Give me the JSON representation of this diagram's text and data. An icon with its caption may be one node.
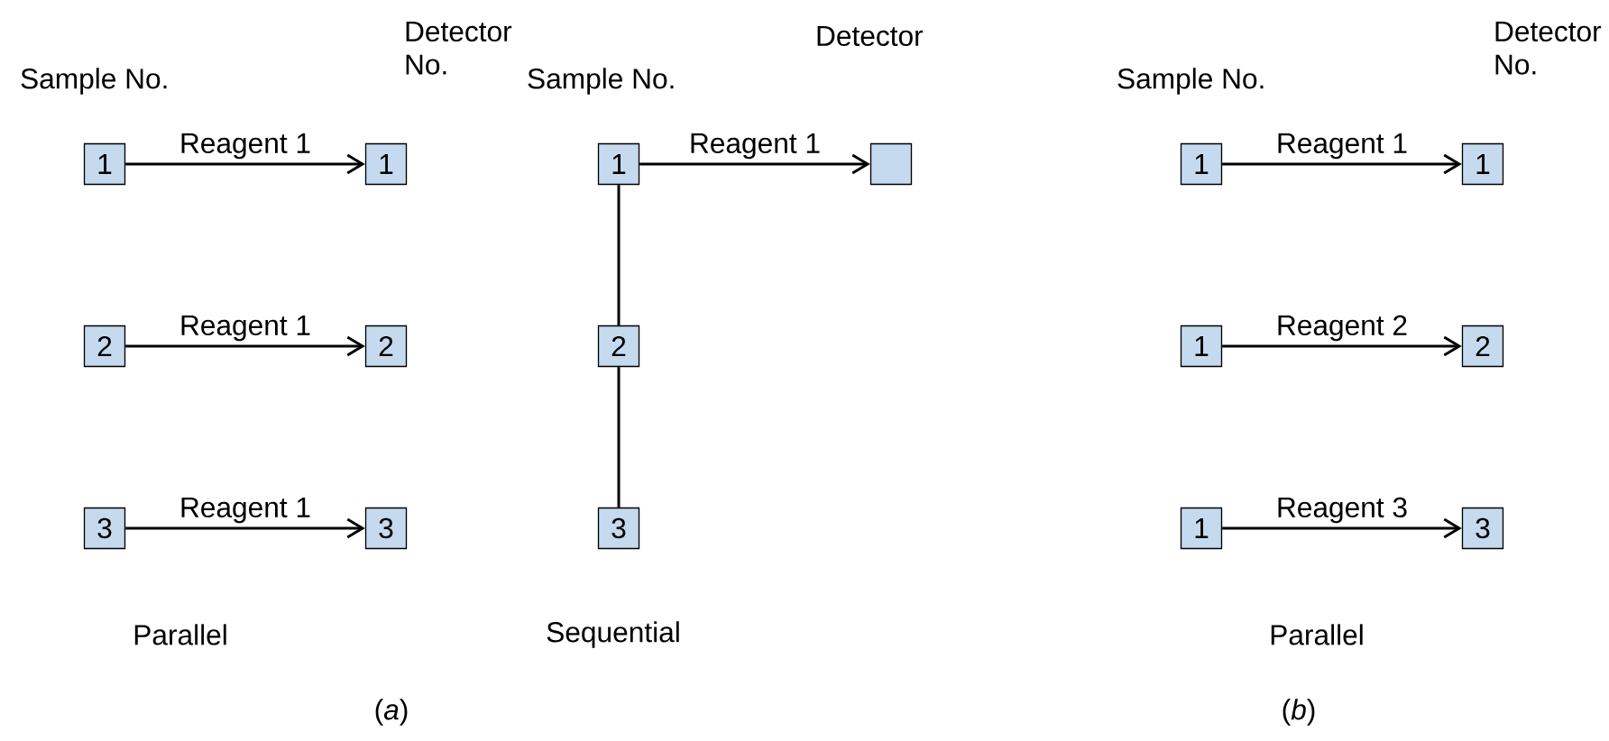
{
  "diagram": {
    "nodes": [
      {
        "text": [
          "1"
        ]
      },
      {
        "text": [
          "1"
        ]
      },
      {
        "text": [
          "2"
        ]
      },
      {
        "text": [
          "2"
        ]
      },
      {
        "text": [
          "3"
        ]
      },
      {
        "text": [
          "3"
        ]
      },
      {
        "text": [
          "1"
        ]
      },
      {
        "text": [],
        "shape": "box"
      },
      {
        "text": [
          "2"
        ]
      },
      {
        "text": [
          "3"
        ]
      },
      {
        "text": [
          "1"
        ]
      },
      {
        "text": [
          "1"
        ]
      },
      {
        "text": [
          "1"
        ]
      },
      {
        "text": [
          "2"
        ]
      },
      {
        "text": [
          "1"
        ]
      },
      {
        "text": [
          "3"
        ]
      }
    ],
    "edges": [
      {
        "from": 0,
        "to": 1,
        "arrow": "to",
        "label": "Reagent 1"
      },
      {
        "from": 2,
        "to": 3,
        "arrow": "to",
        "label": "Reagent 1"
      },
      {
        "from": 4,
        "to": 5,
        "arrow": "to",
        "label": "Reagent 1"
      },
      {
        "from": 6,
        "to": 7,
        "arrow": "to",
        "label": "Reagent 1"
      },
      {
        "from": 6,
        "to": 8,
        "arrow": "none"
      },
      {
        "from": 8,
        "to": 9,
        "arrow": "none"
      },
      {
        "from": 10,
        "to": 11,
        "arrow": "to",
        "label": "Reagent 1"
      },
      {
        "from": 12,
        "to": 13,
        "arrow": "to",
        "label": "Reagent 2"
      },
      {
        "from": 14,
        "to": 15,
        "arrow": "to",
        "label": "Reagent 3"
      }
    ],
    "labels": [
      "Sample No.",
      "Detector No.",
      "Sample No.",
      "Detector",
      "Sample No.",
      "Detector No.",
      "Parallel",
      "Sequential",
      "Parallel",
      "(*a*)",
      "(*b*)"
    ]
  }
}
